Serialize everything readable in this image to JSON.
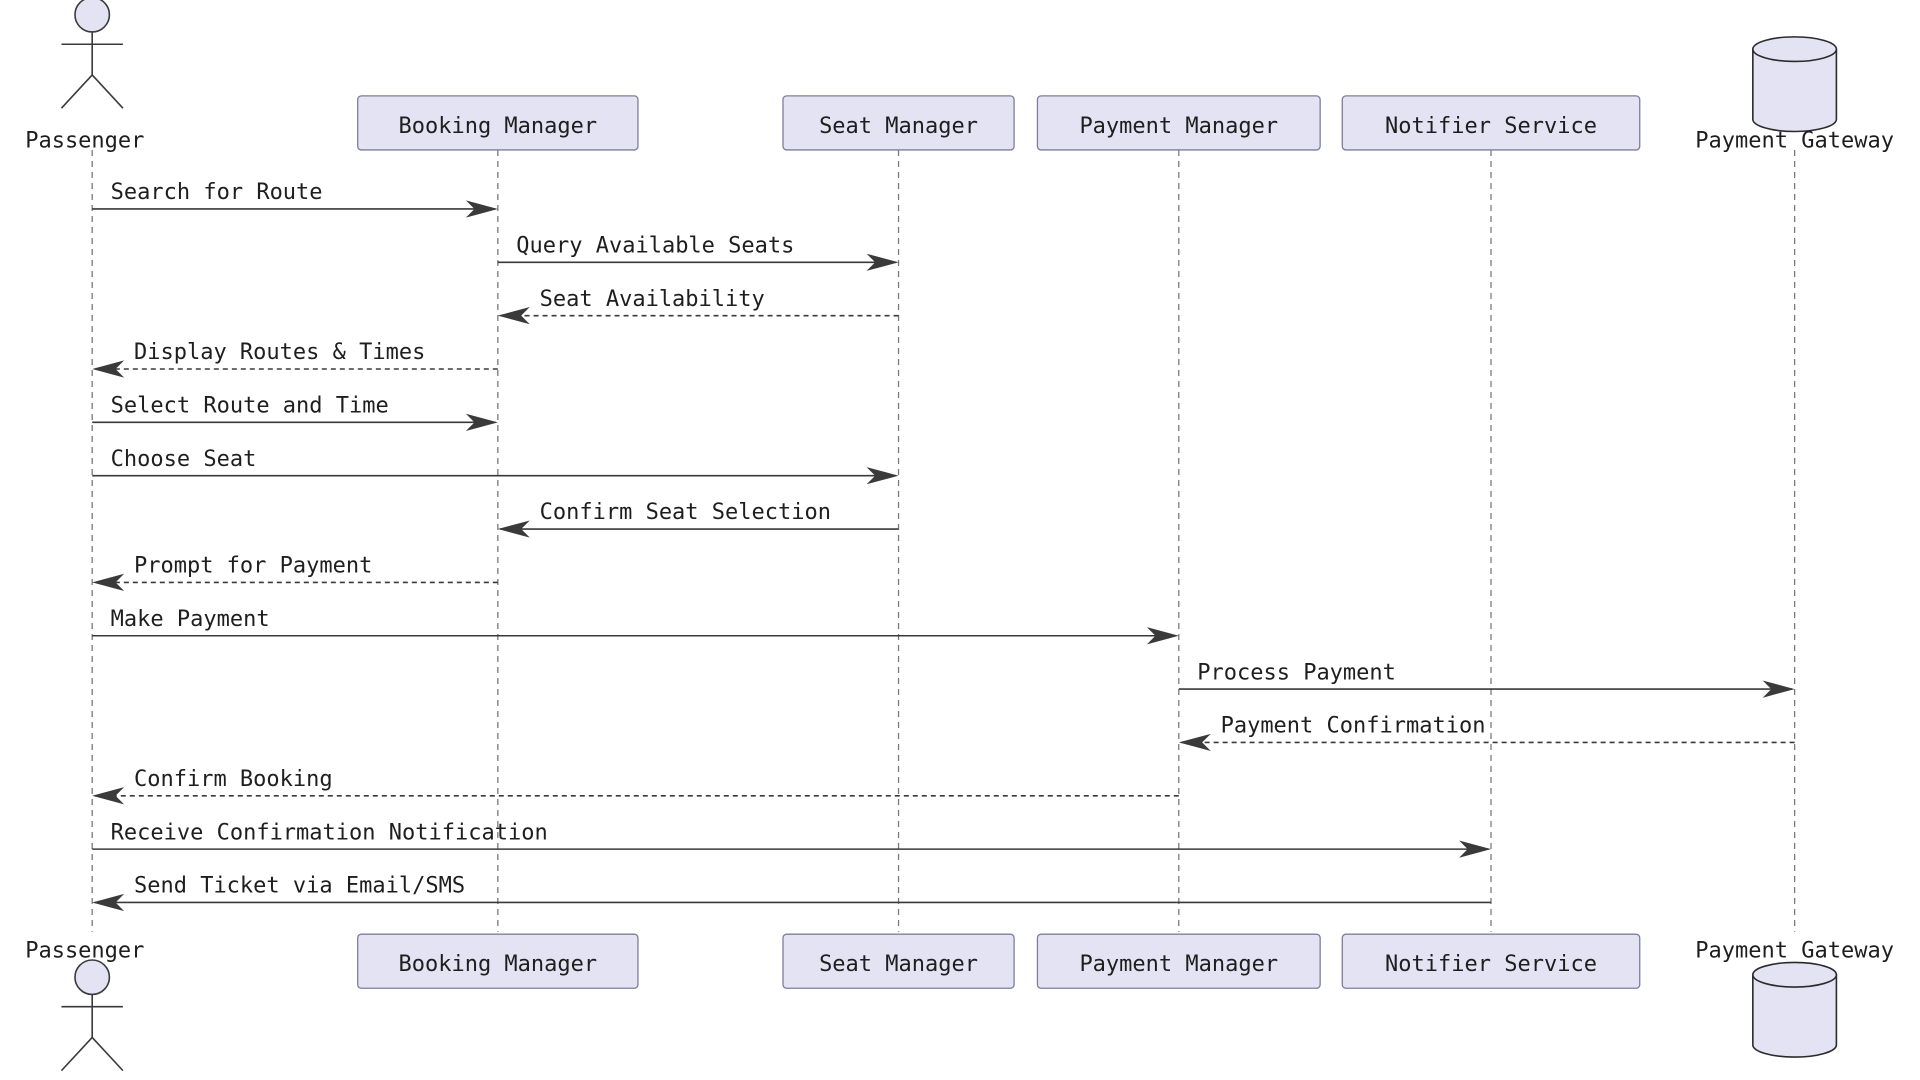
{
  "participants": [
    {
      "id": "passenger",
      "label": "Passenger",
      "kind": "actor"
    },
    {
      "id": "booking",
      "label": "Booking Manager",
      "kind": "box"
    },
    {
      "id": "seat",
      "label": "Seat Manager",
      "kind": "box"
    },
    {
      "id": "payment",
      "label": "Payment Manager",
      "kind": "box"
    },
    {
      "id": "notifier",
      "label": "Notifier Service",
      "kind": "box"
    },
    {
      "id": "gateway",
      "label": "Payment Gateway",
      "kind": "database"
    }
  ],
  "messages": [
    {
      "from": "passenger",
      "to": "booking",
      "label": "Search for Route",
      "style": "solid"
    },
    {
      "from": "booking",
      "to": "seat",
      "label": "Query Available Seats",
      "style": "solid"
    },
    {
      "from": "seat",
      "to": "booking",
      "label": "Seat Availability",
      "style": "dashed"
    },
    {
      "from": "booking",
      "to": "passenger",
      "label": "Display Routes & Times",
      "style": "dashed"
    },
    {
      "from": "passenger",
      "to": "booking",
      "label": "Select Route and Time",
      "style": "solid"
    },
    {
      "from": "passenger",
      "to": "seat",
      "label": "Choose Seat",
      "style": "solid"
    },
    {
      "from": "seat",
      "to": "booking",
      "label": "Confirm Seat Selection",
      "style": "solid"
    },
    {
      "from": "booking",
      "to": "passenger",
      "label": "Prompt for Payment",
      "style": "dashed"
    },
    {
      "from": "passenger",
      "to": "payment",
      "label": "Make Payment",
      "style": "solid"
    },
    {
      "from": "payment",
      "to": "gateway",
      "label": "Process Payment",
      "style": "solid"
    },
    {
      "from": "gateway",
      "to": "payment",
      "label": "Payment Confirmation",
      "style": "dashed"
    },
    {
      "from": "payment",
      "to": "passenger",
      "label": "Confirm Booking",
      "style": "dashed"
    },
    {
      "from": "passenger",
      "to": "notifier",
      "label": "Receive Confirmation Notification",
      "style": "solid"
    },
    {
      "from": "notifier",
      "to": "passenger",
      "label": "Send Ticket via Email/SMS",
      "style": "solid"
    }
  ]
}
